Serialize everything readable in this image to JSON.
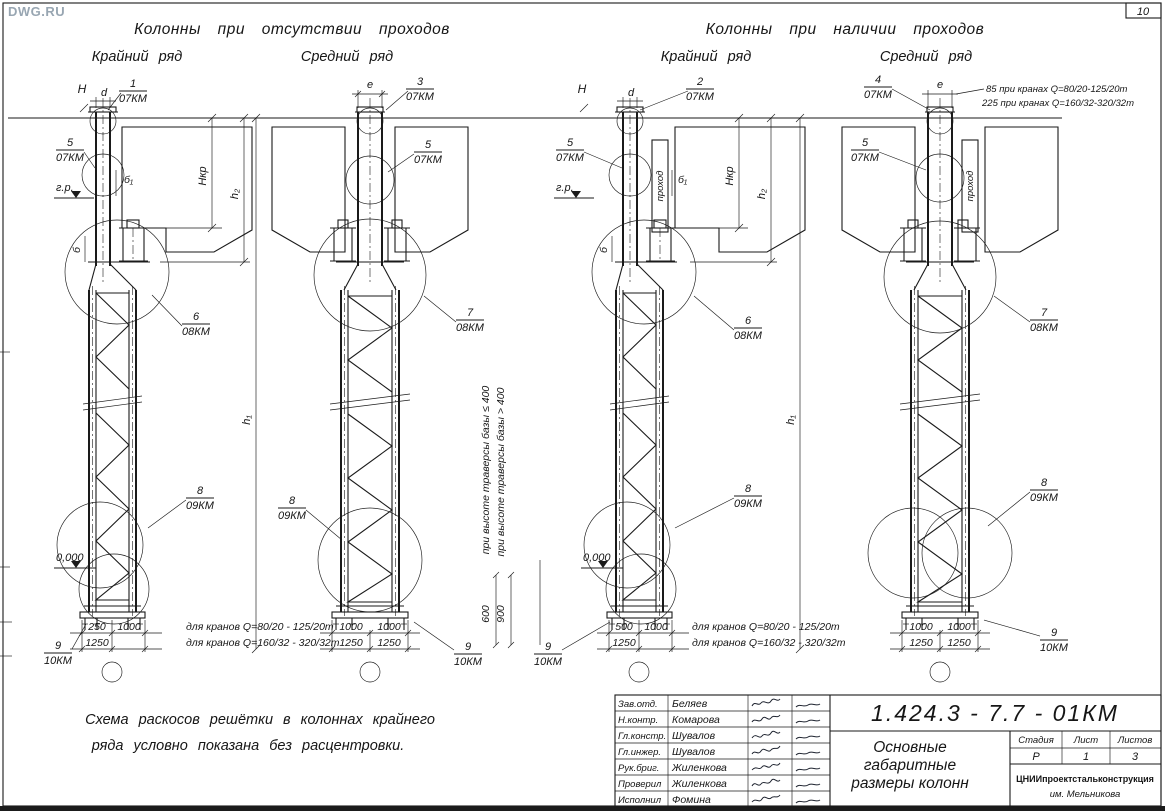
{
  "page": {
    "watermark": "DWG.RU",
    "sheet_corner": "10"
  },
  "headers": {
    "left_title": "Колонны при отсутствии проходов",
    "right_title": "Колонны при наличии проходов",
    "edge_row": "Крайний ряд",
    "middle_row": "Средний ряд"
  },
  "axis_labels": {
    "H": "Н",
    "d": "d",
    "e": "e",
    "gr": "г.р.",
    "zero": "0,000",
    "Hcr": "Нкр",
    "h1": "h₁",
    "h2": "h₂",
    "b": "б",
    "b1": "б₁",
    "passage": "проход"
  },
  "callouts": {
    "k1": {
      "num": "1",
      "sheet": "07КМ"
    },
    "k2": {
      "num": "2",
      "sheet": "07КМ"
    },
    "k3": {
      "num": "3",
      "sheet": "07КМ"
    },
    "k4": {
      "num": "4",
      "sheet": "07КМ"
    },
    "k5": {
      "num": "5",
      "sheet": "07КМ"
    },
    "k6": {
      "num": "6",
      "sheet": "08КМ"
    },
    "k7": {
      "num": "7",
      "sheet": "08КМ"
    },
    "k8": {
      "num": "8",
      "sheet": "09КМ"
    },
    "k9": {
      "num": "9",
      "sheet": "10КМ"
    }
  },
  "dimensions": {
    "col1_top": "250",
    "col1_bot": "1250",
    "col1_b": "1000",
    "col3_top": "500",
    "col3_bot": "1250",
    "col3_b": "1000",
    "mid_top": "1000",
    "mid_bot": "1250",
    "crane1": "для кранов Q=80/20 - 125/20т",
    "crane2": "для кранов Q=160/32 - 320/32т",
    "trav1": "при высоте траверсы базы ≤ 400",
    "trav2": "при высоте траверсы базы > 400",
    "trav1_dim": "600",
    "trav2_dim": "900",
    "gap_note1": "85 при кранах Q=80/20-125/20т",
    "gap_note2": "225 при кранах Q=160/32-320/32т"
  },
  "note": {
    "line1": "Схема раскосов решётки в колоннах крайнего",
    "line2": "ряда условно показана без расцентровки."
  },
  "title_block": {
    "doc_number": "1.424.3 - 7.7 - 01КМ",
    "rows": [
      {
        "role": "Зав.отд.",
        "name": "Беляев"
      },
      {
        "role": "Н.контр.",
        "name": "Комарова"
      },
      {
        "role": "Гл.констр.",
        "name": "Шувалов"
      },
      {
        "role": "Гл.инжер.",
        "name": "Шувалов"
      },
      {
        "role": "Рук.бриг.",
        "name": "Жиленкова"
      },
      {
        "role": "Проверил",
        "name": "Жиленкова"
      },
      {
        "role": "Исполнил",
        "name": "Фомина"
      }
    ],
    "title_line1": "Основные",
    "title_line2": "габаритные",
    "title_line3": "размеры колонн",
    "stage_label": "Стадия",
    "sheet_label": "Лист",
    "sheets_label": "Листов",
    "stage": "Р",
    "sheet": "1",
    "sheets": "3",
    "org_line1": "ЦНИИпроектстальконструкция",
    "org_line2": "им. Мельникова"
  }
}
